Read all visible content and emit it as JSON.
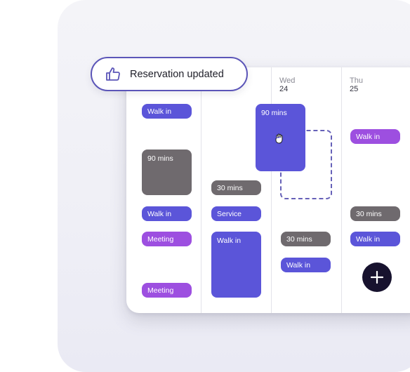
{
  "toast": {
    "message": "Reservation updated"
  },
  "days": [
    {
      "name": "Wed",
      "date": "24"
    },
    {
      "name": "Thu",
      "date": "25"
    }
  ],
  "events": {
    "walk_in": "Walk in",
    "ninety": "90 mins",
    "thirty": "30 mins",
    "meeting": "Meeting",
    "service": "Service"
  },
  "colors": {
    "blue": "#5b55d9",
    "purple": "#9d4fe0",
    "gray": "#6f6a6e",
    "fab": "#17122e",
    "accent_border": "#5b55b8"
  },
  "icons": {
    "toast": "thumbs-up-icon",
    "fab": "plus-icon",
    "cursor": "hand-grab-icon"
  }
}
